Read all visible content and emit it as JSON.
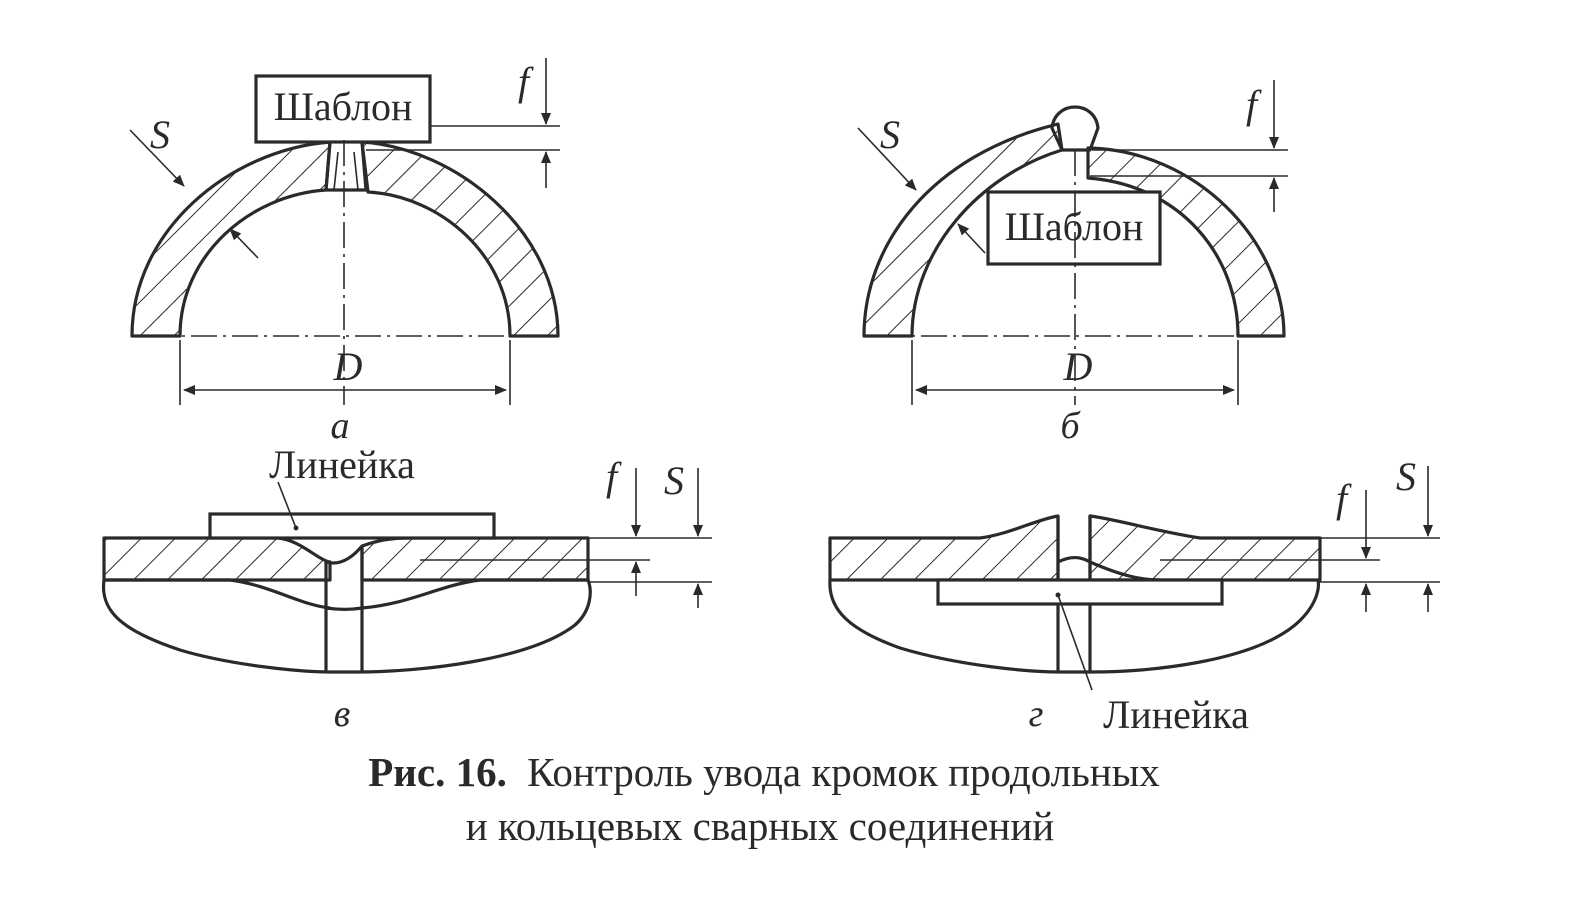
{
  "panels": {
    "a": {
      "label": "а",
      "template_label": "Шаблон",
      "thickness_symbol": "S",
      "offset_symbol": "f",
      "diameter_symbol": "D"
    },
    "b": {
      "label": "б",
      "template_label": "Шаблон",
      "thickness_symbol": "S",
      "offset_symbol": "f",
      "diameter_symbol": "D"
    },
    "c": {
      "label": "в",
      "ruler_label": "Линейка",
      "offset_symbol": "f",
      "thickness_symbol": "S"
    },
    "d": {
      "label": "г",
      "ruler_label": "Линейка",
      "offset_symbol": "f",
      "thickness_symbol": "S"
    }
  },
  "caption": {
    "number": "Рис. 16.",
    "line1": "Контроль увода кромок продольных",
    "line2": "и кольцевых сварных соединений"
  }
}
